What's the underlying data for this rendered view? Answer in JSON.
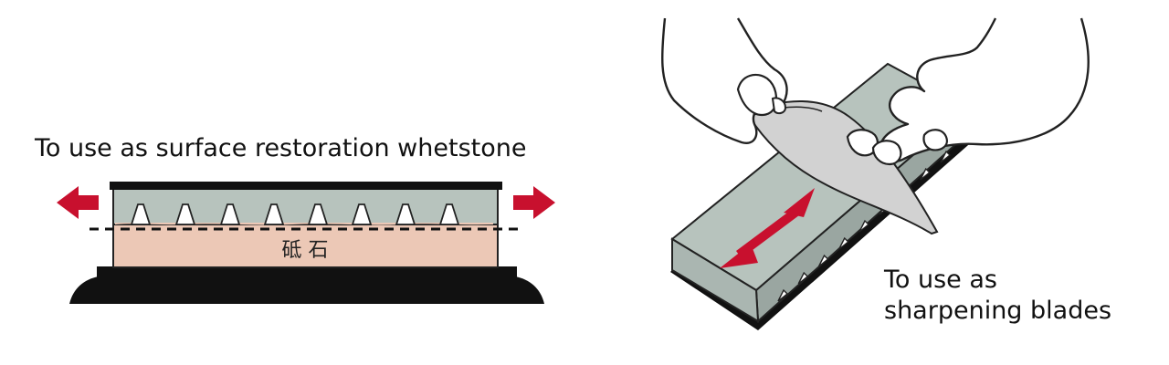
{
  "left_panel": {
    "caption": "To use as surface restoration whetstone",
    "stone_label": "砥 石"
  },
  "right_panel": {
    "caption_line1": "To use as",
    "caption_line2": "sharpening blades"
  },
  "colors": {
    "arrow_red": "#c8102e",
    "stone_green": "#b7c3bd",
    "whetstone_pink": "#ecc8b6",
    "base_black": "#111111",
    "outline": "#222222"
  },
  "icons": {
    "left_arrow": "arrow-left-icon",
    "right_arrow": "arrow-right-icon",
    "double_arrow": "double-arrow-icon"
  }
}
